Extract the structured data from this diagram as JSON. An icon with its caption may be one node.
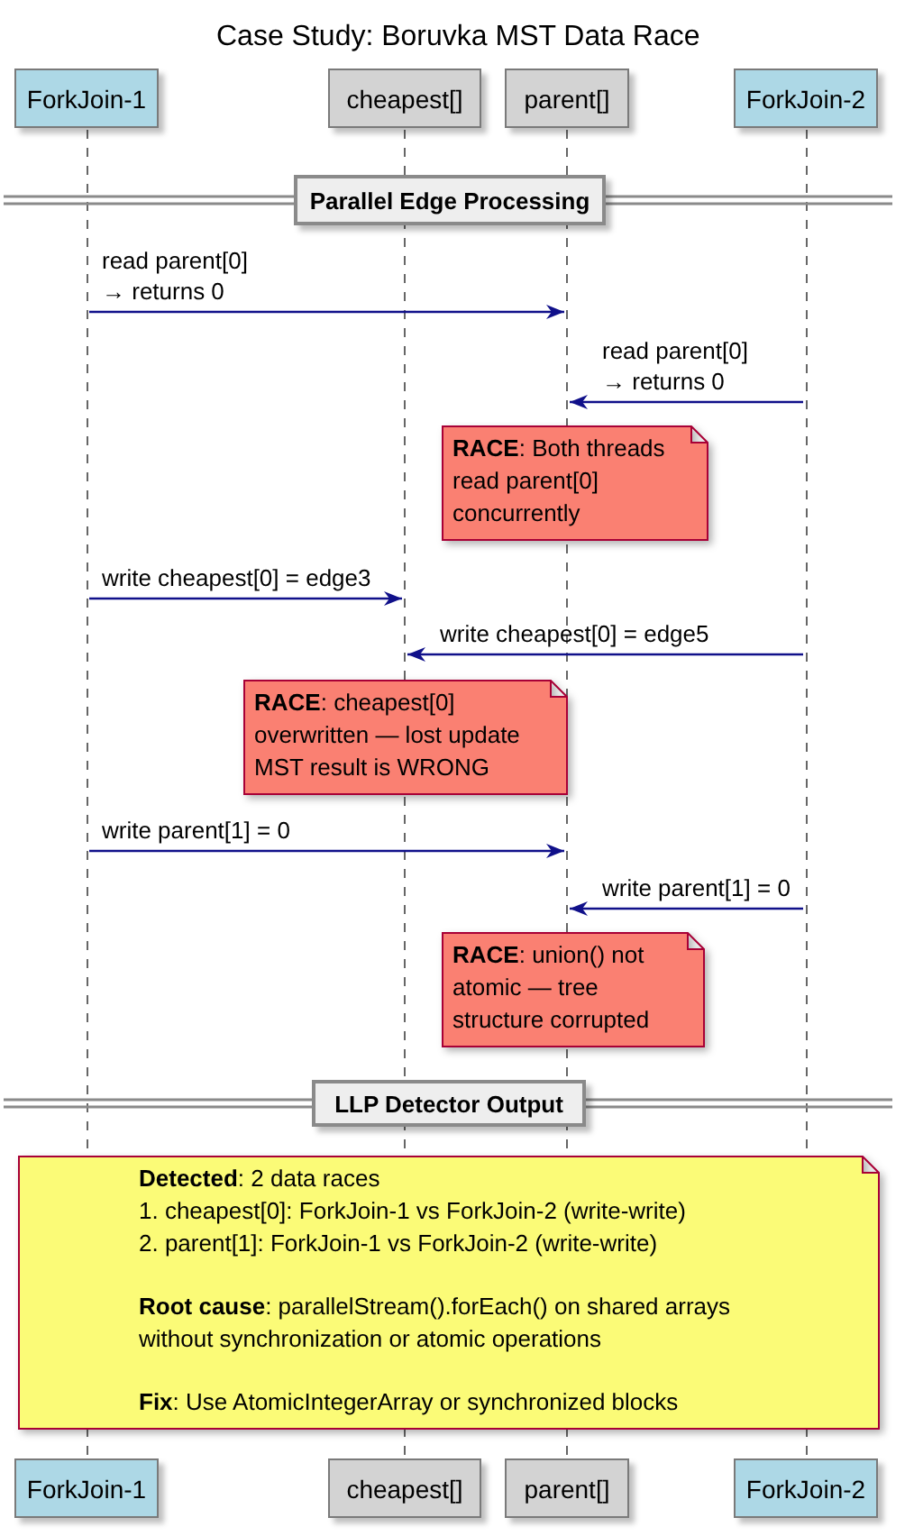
{
  "diagram": {
    "title": "Case Study: Boruvka MST Data Race",
    "nodes": [
      {
        "text": [
          "ForkJoin-1"
        ]
      },
      {
        "text": [
          "cheapest[]"
        ]
      },
      {
        "text": [
          "parent[]"
        ]
      },
      {
        "text": [
          "ForkJoin-2"
        ]
      },
      {
        "text": [],
        "shape": "line"
      },
      {
        "text": [],
        "shape": "line"
      },
      {
        "text": [],
        "shape": "line"
      },
      {
        "text": [],
        "shape": "line"
      },
      {
        "text": [
          "Parallel Edge Processing"
        ]
      },
      {
        "text": [
          "**RACE**: Both threads read parent[0] concurrently"
        ]
      },
      {
        "text": [
          "**RACE**: cheapest[0] overwritten — lost update MST result is WRONG"
        ]
      },
      {
        "text": [
          "**RACE**: union() not atomic — tree structure corrupted"
        ]
      },
      {
        "text": [
          "LLP Detector Output"
        ]
      },
      {
        "text": [
          "**Detected**: 2 data races",
          "1. cheapest[0]: ForkJoin-1 vs ForkJoin-2 (write-write)",
          "2. parent[1]: ForkJoin-1 vs ForkJoin-2 (write-write)",
          "**Root cause**: parallelStream().forEach() on shared arrays without synchronization or atomic operations",
          "**Fix**: Use AtomicIntegerArray or synchronized blocks"
        ]
      },
      {
        "text": [
          "ForkJoin-1"
        ]
      },
      {
        "text": [
          "cheapest[]"
        ]
      },
      {
        "text": [
          "parent[]"
        ]
      },
      {
        "text": [
          "ForkJoin-2"
        ]
      }
    ],
    "edges": [
      {
        "from": 4,
        "to": 6,
        "arrow": "to",
        "label": "read parent[0] → returns 0"
      },
      {
        "from": 7,
        "to": 6,
        "arrow": "to",
        "label": "read parent[0] → returns 0"
      },
      {
        "from": 4,
        "to": 5,
        "arrow": "to",
        "label": "write cheapest[0] = edge3"
      },
      {
        "from": 7,
        "to": 5,
        "arrow": "to",
        "label": "write cheapest[0] = edge5"
      },
      {
        "from": 4,
        "to": 6,
        "arrow": "to",
        "label": "write parent[1] = 0"
      },
      {
        "from": 7,
        "to": 6,
        "arrow": "to",
        "label": "write parent[1] = 0"
      }
    ]
  }
}
